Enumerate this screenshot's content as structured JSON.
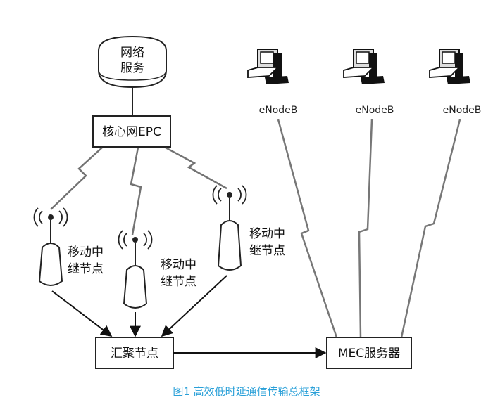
{
  "diagram": {
    "network_service": [
      "网络",
      "服务"
    ],
    "core_network": "核心网EPC",
    "relay_node_label": [
      "移动中",
      "继节点"
    ],
    "aggregation_node": "汇聚节点",
    "mec_server": "MEC服务器",
    "enodeb_label": "eNodeB",
    "caption": "图1 高效低时延通信传输总框架",
    "colors": {
      "line": "#222222",
      "caption": "#2aa0d8",
      "fill": "#ffffff"
    },
    "icons": [
      "network-service-database-icon",
      "relay-tower-icon",
      "computer-icon"
    ]
  }
}
